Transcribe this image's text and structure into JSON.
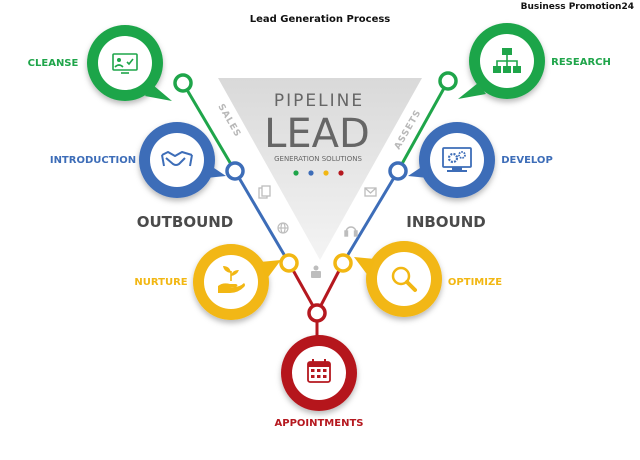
{
  "header": {
    "title": "Lead Generation Process",
    "brand": "Business Promotion24"
  },
  "center": {
    "line1": "PIPELINE",
    "line2": "LEAD",
    "line3": "GENERATION SOLUTIONS"
  },
  "sides": {
    "left_track": "SALES",
    "right_track": "ASSETS",
    "left_big": "OUTBOUND",
    "right_big": "INBOUND"
  },
  "stages": {
    "cleanse": "CLEANSE",
    "introduction": "INTRODUCTION",
    "nurture": "NURTURE",
    "appointments": "APPOINTMENTS",
    "research": "RESEARCH",
    "develop": "DEVELOP",
    "optimize": "OPTIMIZE"
  },
  "colors": {
    "green": "#1fa54a",
    "blue": "#3d6db8",
    "yellow": "#f2b713",
    "red": "#b5181f"
  },
  "icons": {
    "cleanse": "profile-check-icon",
    "introduction": "handshake-icon",
    "nurture": "plant-hand-icon",
    "appointments": "calendar-icon",
    "research": "org-chart-icon",
    "develop": "monitor-gears-icon",
    "optimize": "magnifier-icon"
  }
}
